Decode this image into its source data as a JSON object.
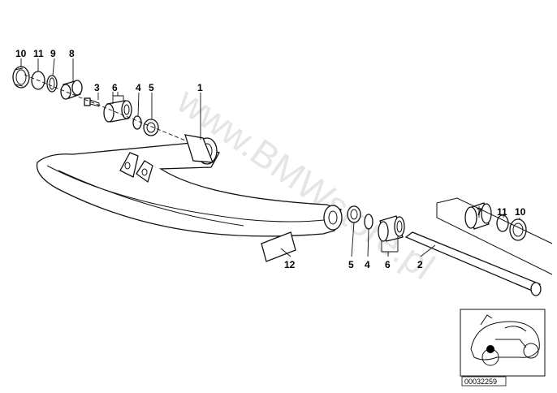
{
  "watermark": "www.BMWstore.pl",
  "reference_number": "00032259",
  "callouts": [
    {
      "id": "c1",
      "text": "10"
    },
    {
      "id": "c2",
      "text": "11"
    },
    {
      "id": "c3",
      "text": "9"
    },
    {
      "id": "c4",
      "text": "8"
    },
    {
      "id": "c5",
      "text": "3"
    },
    {
      "id": "c6",
      "text": "6"
    },
    {
      "id": "c7",
      "text": "4"
    },
    {
      "id": "c8",
      "text": "5"
    },
    {
      "id": "c9",
      "text": "1"
    },
    {
      "id": "c10",
      "text": "7"
    },
    {
      "id": "c11",
      "text": "11"
    },
    {
      "id": "c12",
      "text": "10"
    },
    {
      "id": "c13",
      "text": "12"
    },
    {
      "id": "c14",
      "text": "5"
    },
    {
      "id": "c15",
      "text": "4"
    },
    {
      "id": "c16",
      "text": "6"
    },
    {
      "id": "c17",
      "text": "2"
    }
  ]
}
